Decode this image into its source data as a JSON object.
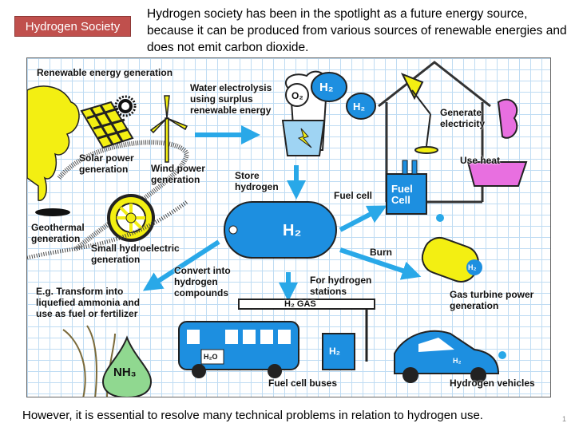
{
  "slide": {
    "badge": "Hydrogen Society",
    "intro": "Hydrogen society has been in the spotlight  as a future energy source, because it can be produced from various sources of renewable energies and does not emit carbon dioxide.",
    "footer": "However, it is essential to resolve many technical problems in relation to hydrogen use.",
    "page_number": "1"
  },
  "illustration": {
    "renewable": "Renewable energy generation",
    "electrolysis": [
      "Water electrolysis",
      "using surplus",
      "renewable energy"
    ],
    "o2": "O₂",
    "h2_bubble_1": "H₂",
    "h2_bubble_2": "H₂",
    "generate_electricity": [
      "Generate",
      "electricity"
    ],
    "use_heat": "Use heat",
    "solar": [
      "Solar power",
      "generation"
    ],
    "wind": [
      "Wind power",
      "generation"
    ],
    "store": [
      "Store",
      "hydrogen"
    ],
    "fuel_cell": "Fuel cell",
    "fuel_cell_box": [
      "Fuel",
      "Cell"
    ],
    "geothermal": [
      "Geothermal",
      "generation"
    ],
    "hydro": [
      "Small hydroelectric",
      "generation"
    ],
    "tank": "H₂",
    "burn": "Burn",
    "convert": [
      "Convert into",
      "hydrogen",
      "compounds"
    ],
    "stations": [
      "For hydrogen",
      "stations"
    ],
    "turbine": [
      "Gas turbine power",
      "generation"
    ],
    "ammonia": [
      "E.g. Transform into",
      "liquefied ammonia and",
      "use as fuel or fertilizer"
    ],
    "station_sign": "H₂ GAS",
    "nh3": "NH₃",
    "bus_label": "Fuel cell buses",
    "vehicle_label": "Hydrogen vehicles",
    "pump_h2": "H₂",
    "bus_h2o": "H₂O",
    "turbine_h2": "H₂",
    "car_h2": "H₂"
  },
  "colors": {
    "badge": "#c0504d",
    "arrow": "#29a8e8",
    "hydrogen": "#1d8fe0",
    "yellow": "#f3ef12",
    "pink": "#e86fe0"
  }
}
